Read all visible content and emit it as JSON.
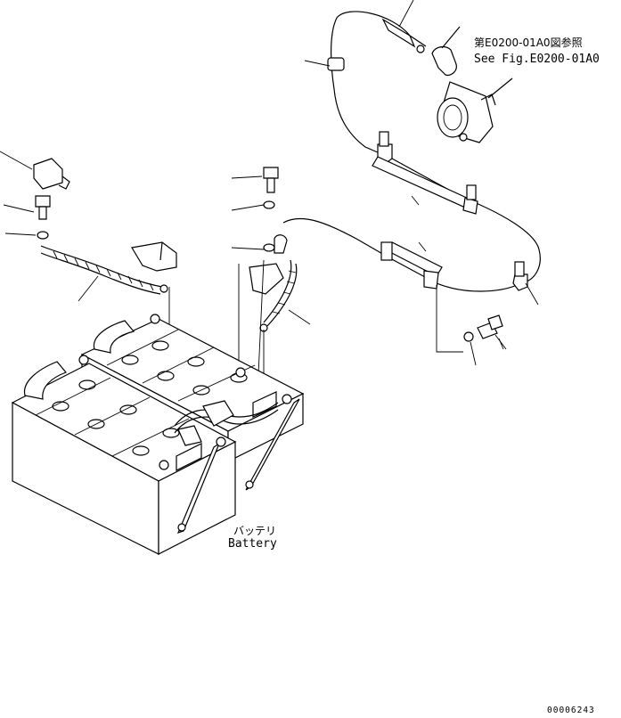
{
  "reference": {
    "jp": "第E0200-01A0図参照",
    "en": "See Fig.E0200-01A0"
  },
  "battery_label": {
    "jp": "バッテリ",
    "en": "Battery"
  },
  "figure_id": "00006243"
}
